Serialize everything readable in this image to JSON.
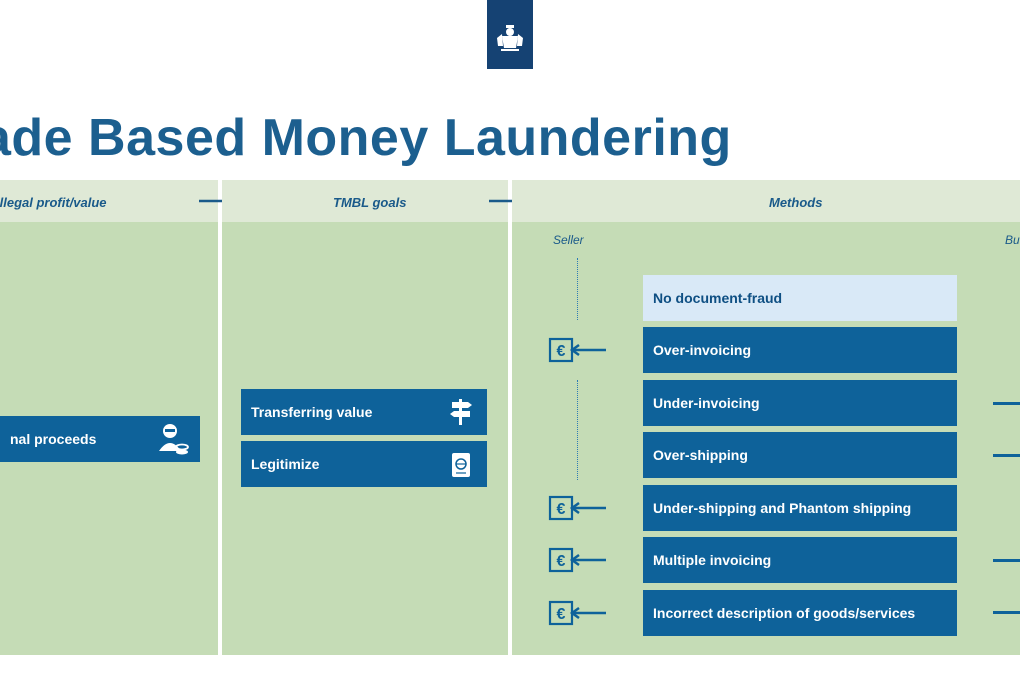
{
  "title": "ade Based Money Laundering",
  "columns": {
    "col1": {
      "header": "Illegal profit/value"
    },
    "col2": {
      "header": "TMBL goals"
    },
    "col3": {
      "header": "Methods",
      "seller_label": "Seller",
      "buyer_label": "Bu"
    }
  },
  "col1_box": {
    "label": "nal proceeds",
    "icon": "criminal-money-icon"
  },
  "goals": [
    {
      "label": "Transferring value",
      "icon": "signpost-icon"
    },
    {
      "label": "Legitimize",
      "icon": "passport-icon"
    }
  ],
  "methods": [
    {
      "label": "No document-fraud"
    },
    {
      "label": "Over-invoicing"
    },
    {
      "label": "Under-invoicing"
    },
    {
      "label": "Over-shipping"
    },
    {
      "label": "Under-shipping and Phantom shipping"
    },
    {
      "label": "Multiple invoicing"
    },
    {
      "label": "Incorrect description of goods/services"
    }
  ],
  "colors": {
    "dark_blue": "#0e629a",
    "light_blue": "#d9e9f7",
    "green_panel": "#c5dcb6",
    "header_green": "#dfe9d6",
    "logo": "#154273"
  }
}
